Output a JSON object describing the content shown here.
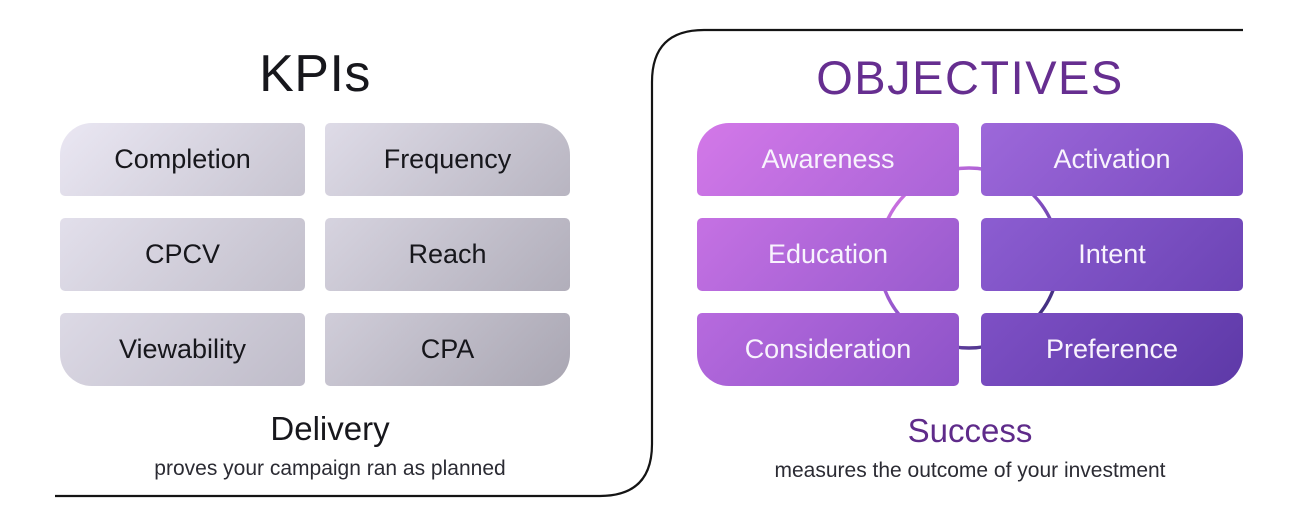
{
  "panels": {
    "kpis": {
      "title": "KPIs",
      "title_color": "#17171c",
      "pill_text_color": "#17171c",
      "pills": [
        {
          "label": "Completion",
          "from": "#eae7f3",
          "to": "#c7c4d0"
        },
        {
          "label": "Frequency",
          "from": "#dedbe7",
          "to": "#b8b5c1"
        },
        {
          "label": "CPCV",
          "from": "#e2dfeb",
          "to": "#c2bfcb"
        },
        {
          "label": "Reach",
          "from": "#d6d3df",
          "to": "#b1aeba"
        },
        {
          "label": "Viewability",
          "from": "#dcd9e5",
          "to": "#bfbcc9"
        },
        {
          "label": "CPA",
          "from": "#d0cdd9",
          "to": "#a9a6b2"
        }
      ],
      "footer_title": "Delivery",
      "footer_title_color": "#17171c",
      "footer_caption": "proves your campaign ran as planned",
      "footer_caption_color": "#2b2b33"
    },
    "objectives": {
      "title": "OBJECTIVES",
      "title_color": "#662e90",
      "pill_text_color": "#f8f3fd",
      "pills": [
        {
          "label": "Awareness",
          "from": "#d378e8",
          "to": "#a964d7"
        },
        {
          "label": "Activation",
          "from": "#9d68da",
          "to": "#7b4dc1"
        },
        {
          "label": "Education",
          "from": "#c571e3",
          "to": "#985bce"
        },
        {
          "label": "Intent",
          "from": "#8c5dd1",
          "to": "#6c44b5"
        },
        {
          "label": "Consideration",
          "from": "#b76ade",
          "to": "#8d53c8"
        },
        {
          "label": "Preference",
          "from": "#7e50c5",
          "to": "#5d39a7"
        }
      ],
      "footer_title": "Success",
      "footer_title_color": "#5f2b8a",
      "footer_caption": "measures the outcome of your investment",
      "footer_caption_color": "#2b2b33"
    }
  },
  "decor": {
    "divider": {
      "color": "#141414"
    },
    "ring": {
      "top_color": "#e07ae8",
      "mid_color": "#8a52c8",
      "bottom_color": "#262264"
    }
  }
}
